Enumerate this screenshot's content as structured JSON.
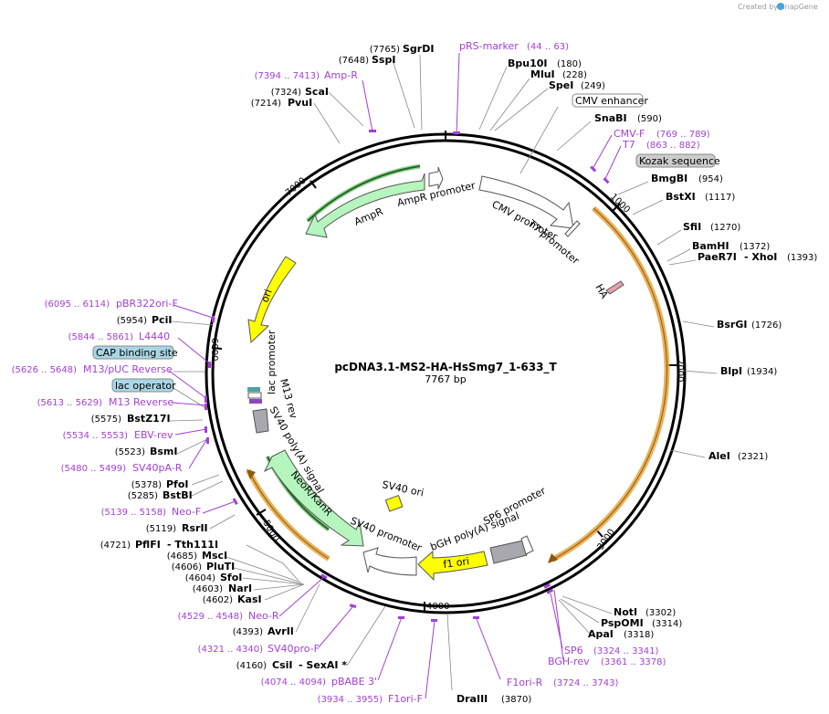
{
  "plasmid": {
    "name": "pcDNA3.1-MS2-HA-HsSmg7_1-633_T",
    "length_label": "7767 bp",
    "length": 7767
  },
  "credit": "Created by SnapGene",
  "ticks": [
    "1000",
    "2000",
    "3000",
    "4000",
    "5000",
    "6000",
    "7000"
  ],
  "enzymes": [
    {
      "pos": "(7765)",
      "name": "SgrDI"
    },
    {
      "pos": "(7648)",
      "name": "SspI"
    },
    {
      "pos": "(7324)",
      "name": "ScaI"
    },
    {
      "pos": "(7214)",
      "name": "PvuI"
    },
    {
      "name": "Bpu10I",
      "pos": "(180)"
    },
    {
      "name": "MluI",
      "pos": "(228)"
    },
    {
      "name": "SpeI",
      "pos": "(249)"
    },
    {
      "name": "SnaBI",
      "pos": "(590)"
    },
    {
      "name": "BmgBI",
      "pos": "(954)"
    },
    {
      "name": "BstXI",
      "pos": "(1117)"
    },
    {
      "name": "SfiI",
      "pos": "(1270)"
    },
    {
      "name": "BamHI",
      "pos": "(1372)"
    },
    {
      "name": "PaeR7I",
      "name2": "- XhoI",
      "pos": "(1393)"
    },
    {
      "name": "BsrGI",
      "pos": "(1726)"
    },
    {
      "name": "BlpI",
      "pos": "(1934)"
    },
    {
      "name": "AleI",
      "pos": "(2321)"
    },
    {
      "name": "NotI",
      "pos": "(3302)"
    },
    {
      "name": "PspOMI",
      "pos": "(3314)"
    },
    {
      "name": "ApaI",
      "pos": "(3318)"
    },
    {
      "name": "DraIII",
      "pos": "(3870)"
    },
    {
      "pos": "(5954)",
      "name": "PciI"
    },
    {
      "pos": "(5575)",
      "name": "BstZ17I"
    },
    {
      "pos": "(5523)",
      "name": "BsmI"
    },
    {
      "pos": "(5378)",
      "name": "PfoI"
    },
    {
      "pos": "(5285)",
      "name": "BstBI"
    },
    {
      "pos": "(5119)",
      "name": "RsrII"
    },
    {
      "pos": "(4721)",
      "name": "PflFI",
      "name2": "- Tth111I"
    },
    {
      "pos": "(4685)",
      "name": "MscI"
    },
    {
      "pos": "(4606)",
      "name": "PluTI"
    },
    {
      "pos": "(4604)",
      "name": "SfoI"
    },
    {
      "pos": "(4603)",
      "name": "NarI"
    },
    {
      "pos": "(4602)",
      "name": "KasI"
    },
    {
      "pos": "(4393)",
      "name": "AvrII"
    },
    {
      "pos": "(4160)",
      "name": "CsiI",
      "name2": "- SexAI *"
    }
  ],
  "primers": [
    {
      "name": "pRS-marker",
      "range": "(44 .. 63)"
    },
    {
      "range": "(7394 .. 7413)",
      "name": "Amp-R"
    },
    {
      "name": "CMV-F",
      "range": "(769 .. 789)"
    },
    {
      "name": "T7",
      "range": "(863 .. 882)"
    },
    {
      "range": "(6095 .. 6114)",
      "name": "pBR322ori-F"
    },
    {
      "range": "(5844 .. 5861)",
      "name": "L4440"
    },
    {
      "range": "(5626 .. 5648)",
      "name": "M13/pUC Reverse"
    },
    {
      "range": "(5613 .. 5629)",
      "name": "M13 Reverse"
    },
    {
      "range": "(5534 .. 5553)",
      "name": "EBV-rev"
    },
    {
      "range": "(5480 .. 5499)",
      "name": "SV40pA-R"
    },
    {
      "range": "(5139 .. 5158)",
      "name": "Neo-F"
    },
    {
      "range": "(4529 .. 4548)",
      "name": "Neo-R"
    },
    {
      "range": "(4321 .. 4340)",
      "name": "SV40pro-F"
    },
    {
      "range": "(4074 .. 4094)",
      "name": "pBABE 3'"
    },
    {
      "range": "(3934 .. 3955)",
      "name": "F1ori-F"
    },
    {
      "name": "F1ori-R",
      "range": "(3724 .. 3743)"
    },
    {
      "name": "SP6",
      "range": "(3324 .. 3341)"
    },
    {
      "name": "BGH-rev",
      "range": "(3361 .. 3378)"
    }
  ],
  "boxed_features": [
    "CMV enhancer",
    "Kozak sequence",
    "CAP binding site",
    "lac operator"
  ],
  "features": [
    "AmpR",
    "AmpR promoter",
    "CMV promoter",
    "T7 promoter",
    "HA",
    "ori",
    "lac promoter",
    "M13 rev",
    "SV40 poly(A) signal",
    "NeoR/KanR",
    "SV40 promoter",
    "SV40 ori",
    "SP6 promoter",
    "bGH poly(A) signal",
    "f1 ori"
  ],
  "colors": {
    "primer": "#a23fd6",
    "insert": "#e8a33a",
    "promoter": "#ffffff",
    "marker": "#b7f5bf",
    "ori": "#ffff00",
    "gray": "#a8a8b0",
    "boxblue": "#a9d6e5",
    "boxgray": "#cccccc",
    "backbone": "#000000"
  }
}
